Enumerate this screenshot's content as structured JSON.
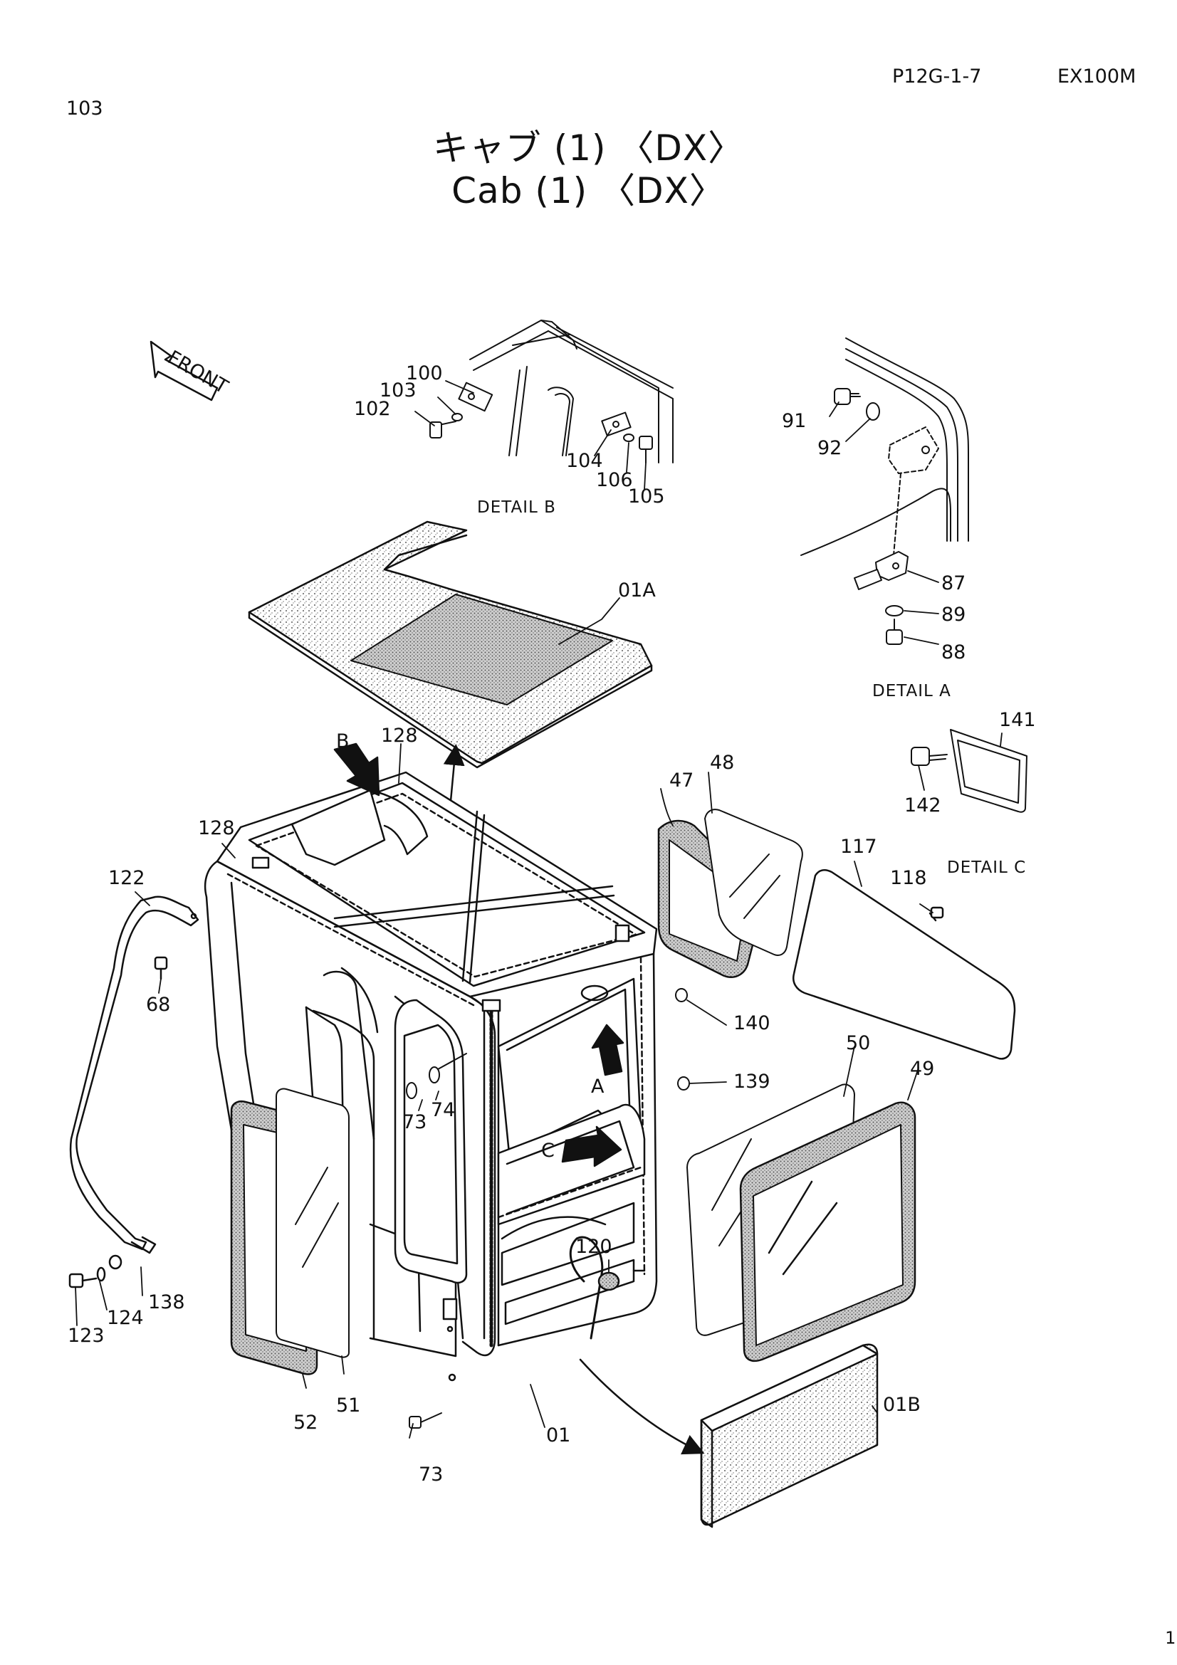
{
  "header": {
    "page_number": "103",
    "document_code": "P12G-1-7",
    "model": "EX100M",
    "corner_mark": "1·"
  },
  "title": {
    "japanese": "キャブ (1) 〈DX〉",
    "english": "Cab (1) 〈DX〉"
  },
  "front_marker": "FRONT",
  "details": {
    "a": "DETAIL A",
    "b": "DETAIL B",
    "c": "DETAIL C"
  },
  "view_arrows": {
    "a": "A",
    "b": "B",
    "c": "C"
  },
  "part_labels": {
    "p01": "01",
    "p01a": "01A",
    "p01b": "01B",
    "p47": "47",
    "p48": "48",
    "p49": "49",
    "p50": "50",
    "p51": "51",
    "p52": "52",
    "p68": "68",
    "p73_mid": "73",
    "p73_bot": "73",
    "p74": "74",
    "p87": "87",
    "p88": "88",
    "p89": "89",
    "p91": "91",
    "p92": "92",
    "p100": "100",
    "p102": "102",
    "p103": "103",
    "p104": "104",
    "p105": "105",
    "p106": "106",
    "p117": "117",
    "p118": "118",
    "p120": "120",
    "p122": "122",
    "p123": "123",
    "p124": "124",
    "p128_top": "128",
    "p128_left": "128",
    "p138": "138",
    "p139": "139",
    "p140": "140",
    "p141": "141",
    "p142": "142"
  },
  "colors": {
    "ink": "#111111",
    "paper": "#ffffff",
    "stipple": "#9a9a9a"
  }
}
